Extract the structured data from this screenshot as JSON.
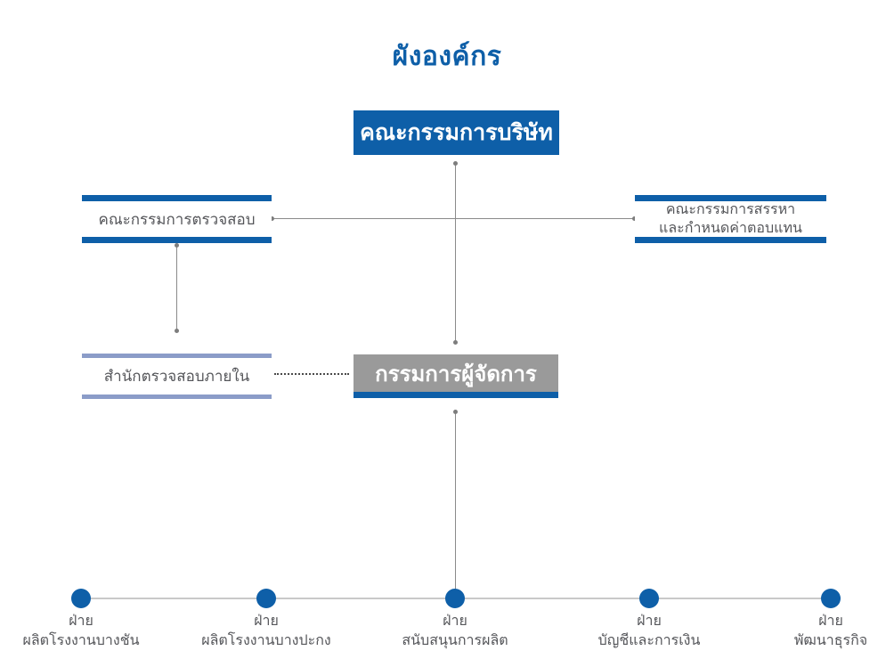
{
  "page": {
    "title": "ผังองค์กร"
  },
  "colors": {
    "brand_blue": "#0e5fa8",
    "box_gray": "#9a9a9a",
    "light_blue_bar": "#8b9cc8",
    "text_dark": "#55565a",
    "connector_gray": "#8a8a8a",
    "baseline_gray": "#c9c9c9"
  },
  "nodes": {
    "board_of_directors": {
      "label": "คณะกรรมการบริษัท"
    },
    "audit_committee": {
      "label": "คณะกรรมการตรวจสอบ"
    },
    "nomination_committee": {
      "line1": "คณะกรรมการสรรหา",
      "line2": "และกำหนดค่าตอบแทน"
    },
    "internal_audit_office": {
      "label": "สำนักตรวจสอบภายใน"
    },
    "managing_director": {
      "label": "กรรมการผู้จัดการ"
    }
  },
  "departments": [
    {
      "line1": "ฝ่าย",
      "line2": "ผลิตโรงงานบางชัน"
    },
    {
      "line1": "ฝ่าย",
      "line2": "ผลิตโรงงานบางปะกง"
    },
    {
      "line1": "ฝ่าย",
      "line2": "สนับสนุนการผลิต"
    },
    {
      "line1": "ฝ่าย",
      "line2": "บัญชีและการเงิน"
    },
    {
      "line1": "ฝ่าย",
      "line2": "พัฒนาธุรกิจ"
    }
  ]
}
